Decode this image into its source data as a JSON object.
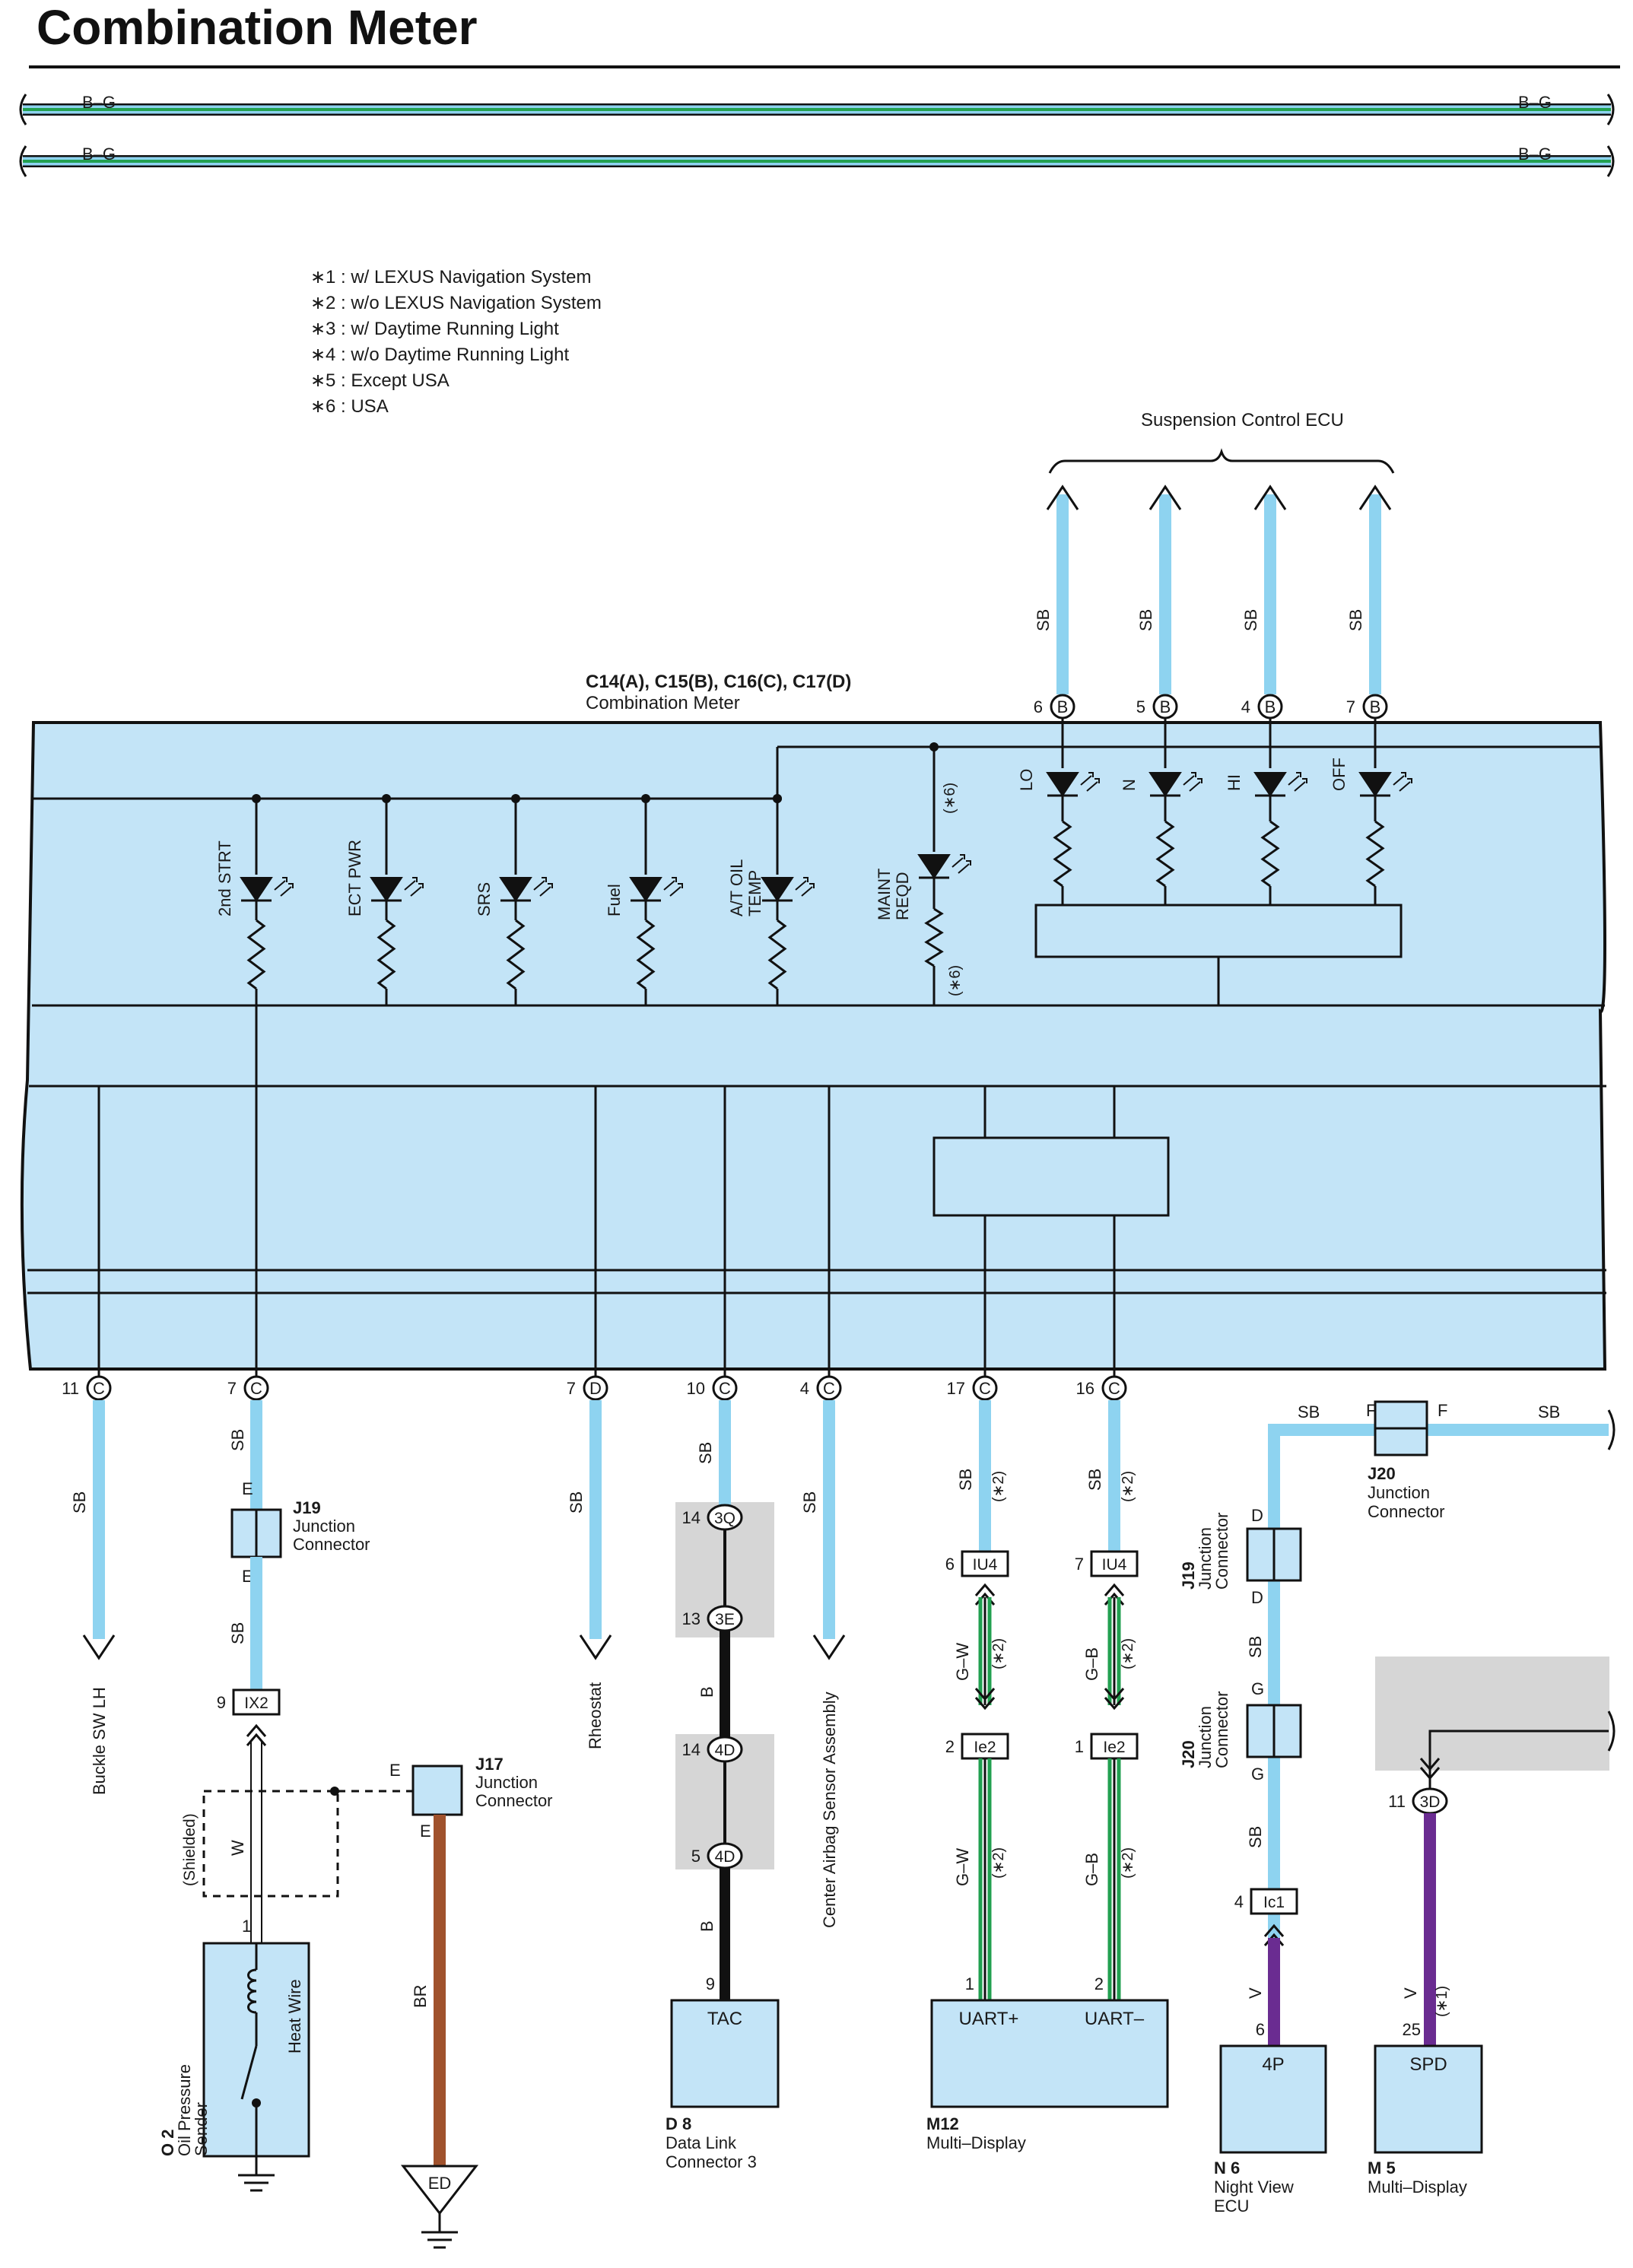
{
  "title": "Combination Meter",
  "colors": {
    "meter_fill": "#c3e4f7",
    "wire_sb": "#8ed3f0",
    "wire_bg_green": "#22a050",
    "wire_black": "#111111",
    "wire_br": "#a0522d",
    "wire_violet": "#6a2c91",
    "shaded": "#d6d6d6"
  },
  "top_wires": [
    {
      "left_label": "B–G",
      "right_label": "B–G"
    },
    {
      "left_label": "B–G",
      "right_label": "B–G"
    }
  ],
  "legend": [
    {
      "mark": "∗",
      "text": "1 : w/ LEXUS Navigation System"
    },
    {
      "mark": "∗",
      "text": "2 : w/o LEXUS Navigation System"
    },
    {
      "mark": "∗",
      "text": "3 : w/ Daytime Running Light"
    },
    {
      "mark": "∗",
      "text": "4 : w/o Daytime Running Light"
    },
    {
      "mark": "∗",
      "text": "5 : Except USA"
    },
    {
      "mark": "∗",
      "text": "6 : USA"
    }
  ],
  "meter": {
    "code": "C14(A), C15(B), C16(C), C17(D)",
    "name": "Combination Meter",
    "indicators": [
      "2nd STRT",
      "ECT PWR",
      "SRS",
      "Fuel",
      "A/T OIL TEMP"
    ],
    "maint": {
      "label": "MAINT REQD",
      "note": "(∗6)"
    },
    "suspension_lamps": [
      "LO",
      "N",
      "HI",
      "OFF"
    ]
  },
  "suspension_ecu": {
    "name": "Suspension Control ECU",
    "wires": [
      {
        "pin": "6",
        "conn": "B",
        "color": "SB"
      },
      {
        "pin": "5",
        "conn": "B",
        "color": "SB"
      },
      {
        "pin": "4",
        "conn": "B",
        "color": "SB"
      },
      {
        "pin": "7",
        "conn": "B",
        "color": "SB"
      }
    ]
  },
  "bottom_pins": [
    {
      "pin": "11",
      "conn": "C"
    },
    {
      "pin": "7",
      "conn": "C"
    },
    {
      "pin": "7",
      "conn": "D"
    },
    {
      "pin": "10",
      "conn": "C"
    },
    {
      "pin": "4",
      "conn": "C"
    },
    {
      "pin": "17",
      "conn": "C"
    },
    {
      "pin": "16",
      "conn": "C"
    }
  ],
  "circuits": {
    "buckle": {
      "wire": "SB",
      "dest": "Buckle SW LH"
    },
    "oil": {
      "wire1": "SB",
      "wire2": "SB",
      "j19": {
        "pin": "E",
        "code": "J19",
        "name": "Junction Connector"
      },
      "ix2": {
        "pin": "9",
        "label": "IX2"
      },
      "shield_label": "(Shielded)",
      "shield_wire": "W",
      "j17": {
        "pin": "E",
        "code": "J17",
        "name": "Junction Connector"
      },
      "sender_pin": "1",
      "heat_wire": "Heat Wire",
      "sender": {
        "code": "O 2",
        "name": "Oil Pressure Sender"
      },
      "br": "BR",
      "ground": "ED"
    },
    "rheostat": {
      "wire": "SB",
      "dest": "Rheostat"
    },
    "tac": {
      "wire": "SB",
      "wire_b": "B",
      "c3q": {
        "pin": "14",
        "label": "3Q"
      },
      "c3e": {
        "pin": "13",
        "label": "3E"
      },
      "c4d1": {
        "pin": "14",
        "label": "4D"
      },
      "c4d2": {
        "pin": "5",
        "label": "4D"
      },
      "box_pin": "9",
      "box_label": "TAC",
      "code": "D 8",
      "name1": "Data  Link",
      "name2": "Connector 3"
    },
    "airbag": {
      "wire": "SB",
      "dest": "Center Airbag Sensor Assembly"
    },
    "uart": {
      "note": "(∗2)",
      "iu4_a": {
        "pin": "6",
        "label": "IU4"
      },
      "iu4_b": {
        "pin": "7",
        "label": "IU4"
      },
      "ie2_a": {
        "pin": "2",
        "label": "Ie2"
      },
      "ie2_b": {
        "pin": "1",
        "label": "Ie2"
      },
      "gw": "G–W",
      "gb": "G–B",
      "sb": "SB",
      "pin_plus": "1",
      "pin_minus": "2",
      "label_plus": "UART+",
      "label_minus": "UART–",
      "code": "M12",
      "name": "Multi–Display"
    },
    "night": {
      "sb": "SB",
      "j20_top": {
        "pin": "F",
        "code": "J20",
        "name": "Junction Connector"
      },
      "j19": {
        "pin": "D",
        "code": "J19",
        "name": "Junction Connector"
      },
      "j20": {
        "pin": "G",
        "code": "J20",
        "name": "Junction Connector"
      },
      "ic1": {
        "pin": "4",
        "label": "Ic1"
      },
      "v": "V",
      "ecu_pin": "6",
      "ecu_label": "4P",
      "code": "N 6",
      "name1": "Night View",
      "name2": "ECU"
    },
    "spd": {
      "c3d": {
        "pin": "11",
        "label": "3D"
      },
      "v": "V",
      "note": "(∗1)",
      "pin": "25",
      "label": "SPD",
      "code": "M 5",
      "name": "Multi–Display"
    }
  }
}
